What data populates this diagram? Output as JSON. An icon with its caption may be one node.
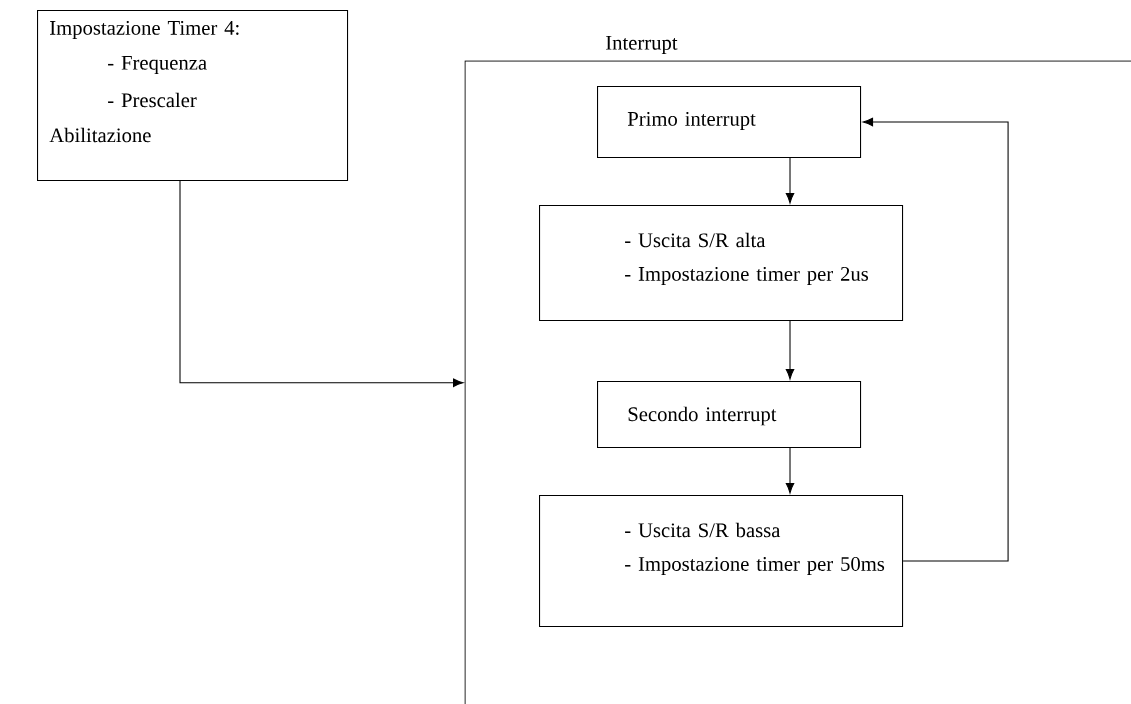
{
  "diagram": {
    "nodes": [
      {
        "text": [
          "Impostazione Timer 4:",
          "- Frequenza",
          "- Prescaler",
          "Abilitazione"
        ]
      },
      {
        "text": [
          "Interrupt"
        ]
      },
      {
        "text": [
          "Primo interrupt"
        ],
        "in": 1
      },
      {
        "text": [
          "- Uscita S/R alta",
          "- Impostazione timer per 2us"
        ],
        "in": 1
      },
      {
        "text": [
          "Secondo interrupt"
        ],
        "in": 1
      },
      {
        "text": [
          "- Uscita S/R bassa",
          "- Impostazione timer per 50ms"
        ],
        "in": 1
      }
    ],
    "edges": [
      {
        "from": 0,
        "to": 1,
        "arrow": "to"
      },
      {
        "from": 2,
        "to": 3,
        "arrow": "to"
      },
      {
        "from": 3,
        "to": 4,
        "arrow": "to"
      },
      {
        "from": 4,
        "to": 5,
        "arrow": "to"
      },
      {
        "from": 5,
        "to": 2,
        "arrow": "to"
      }
    ]
  }
}
